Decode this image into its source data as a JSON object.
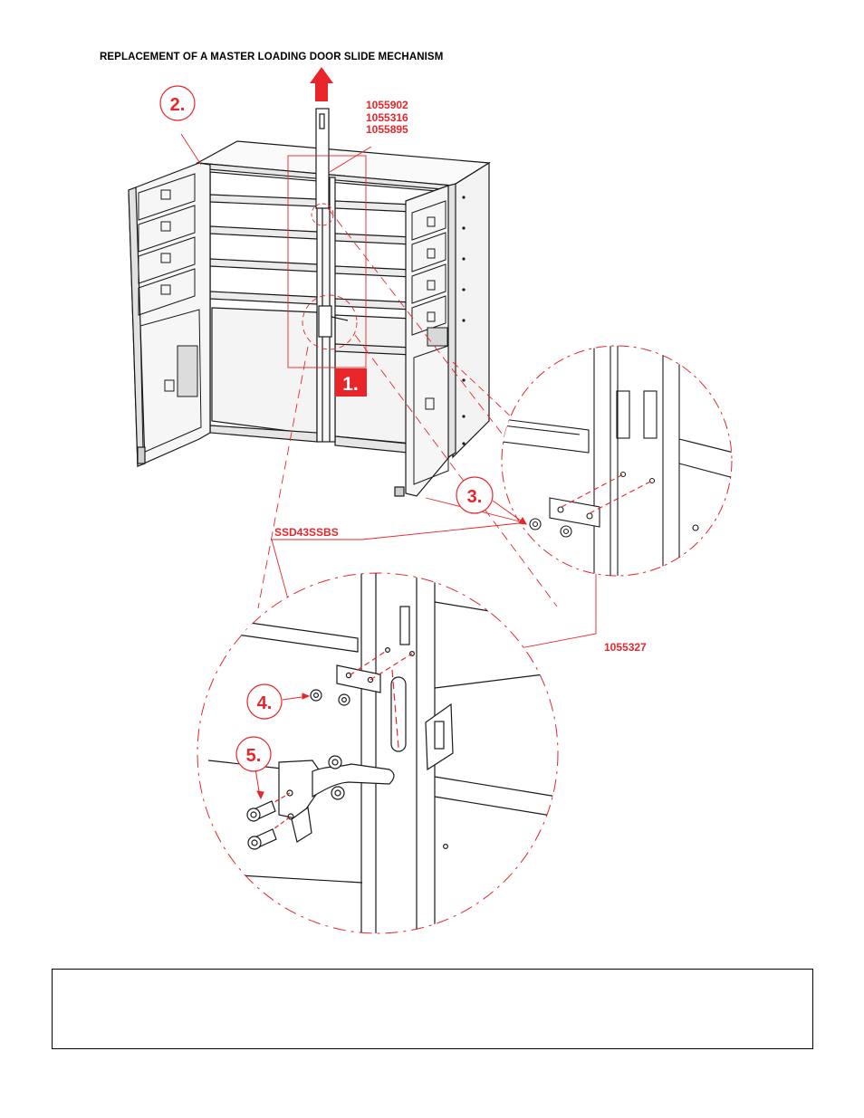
{
  "title": "REPLACEMENT OF A MASTER LOADING DOOR SLIDE MECHANISM",
  "part_numbers": {
    "top": [
      "1055902",
      "1055316",
      "1055895"
    ],
    "screw": "SSD43SSBS",
    "bracket": "1055327"
  },
  "steps": [
    "1.",
    "2.",
    "3.",
    "4.",
    "5."
  ],
  "notes": "",
  "colors": {
    "accent": "#e8262a",
    "line": "#1a1a1a"
  }
}
